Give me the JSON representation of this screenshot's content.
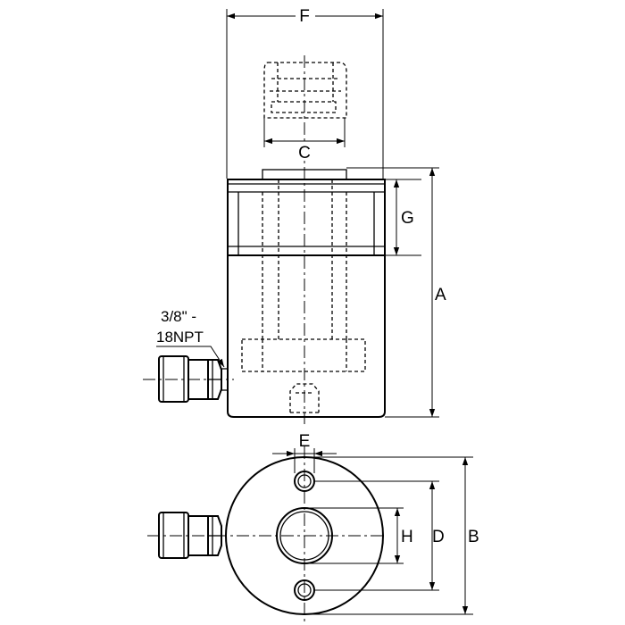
{
  "labels": {
    "F": "F",
    "C": "C",
    "G": "G",
    "A": "A",
    "port_line1": "3/8\" -",
    "port_line2": "18NPT",
    "E": "E",
    "H": "H",
    "D": "D",
    "B": "B"
  }
}
